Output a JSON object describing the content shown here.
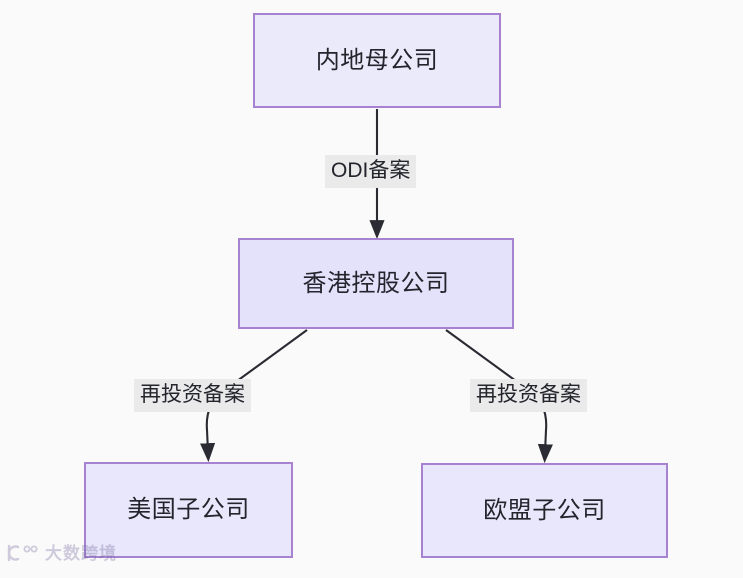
{
  "diagram": {
    "type": "flowchart",
    "direction": "top-down",
    "background_color": "#fafafa",
    "node_border_color": "#a682d0",
    "node_fill_color": "#ebeafb",
    "edge_color": "#333333",
    "edge_label_background": "#eaeaea",
    "nodes": [
      {
        "id": "mainland",
        "label": "内地母公司"
      },
      {
        "id": "hk",
        "label": "香港控股公司"
      },
      {
        "id": "us",
        "label": "美国子公司"
      },
      {
        "id": "eu",
        "label": "欧盟子公司"
      }
    ],
    "edges": [
      {
        "from": "mainland",
        "to": "hk",
        "label": "ODI备案"
      },
      {
        "from": "hk",
        "to": "us",
        "label": "再投资备案"
      },
      {
        "from": "hk",
        "to": "eu",
        "label": "再投资备案"
      }
    ]
  },
  "watermark": {
    "text": "大数跨境",
    "icon": "logo-mark"
  }
}
